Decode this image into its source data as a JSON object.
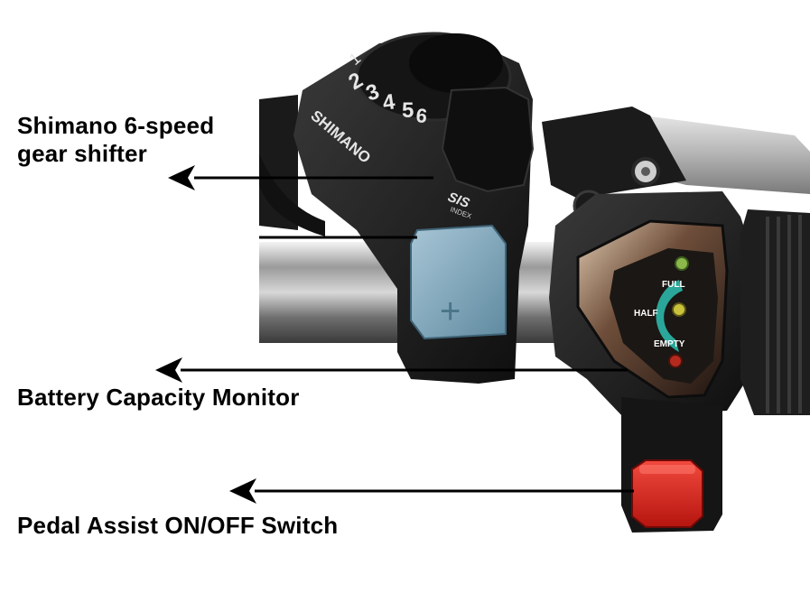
{
  "annotations": {
    "shifter": {
      "line1": "Shimano 6-speed",
      "line2": "gear shifter"
    },
    "battery": "Battery Capacity Monitor",
    "pedal": "Pedal Assist ON/OFF Switch"
  },
  "shifter_device": {
    "brand": "SHIMANO",
    "gear_numbers": [
      "1",
      "2",
      "3",
      "4",
      "5",
      "6"
    ],
    "index_mark": "SIS",
    "index_sub": "INDEX",
    "button_symbol": "+"
  },
  "battery_monitor": {
    "levels": [
      "FULL",
      "HALF",
      "EMPTY"
    ]
  },
  "colors": {
    "text": "#000000",
    "arrow": "#000000",
    "shifter_button": "#7fa3b8",
    "switch_button": "#d9231c",
    "led_green": "#8ab84a",
    "led_yellow": "#c9c23a",
    "led_red": "#b42a1f",
    "level_arc": "#2aa79a"
  }
}
